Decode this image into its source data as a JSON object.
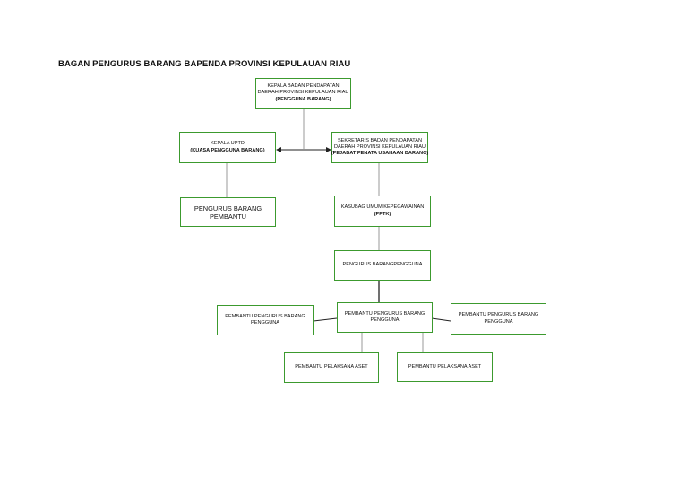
{
  "title": "BAGAN PENGURUS BARANG BAPENDA PROVINSI  KEPULAUAN RIAU",
  "nodes": {
    "kepala_badan": {
      "line1": "KEPALA BADAN PENDAPATAN",
      "line2": "DAERAH PROVINSI KEPULAUAN RIAU",
      "line3": "(PENGGUNA BARANG)"
    },
    "kepala_upt": {
      "line1": "KEPALA UPTD",
      "line2": "(KUASA PENGGUNA BARANG)"
    },
    "sekretaris": {
      "line1": "SEKRETARIS BADAN PENDAPATAN",
      "line2": "DAERAH PROVINSI KEPULAUAN RIAU",
      "line3": "(PEJABAT PENATA USAHAAN BARANG)"
    },
    "pengurus_pembantu": {
      "line1": "PENGURUS BARANG",
      "line2": "PEMBANTU"
    },
    "kasubag": {
      "line1": "KASUBAG UMUM KEPEGAWAINAN",
      "line2": "(PPTK)"
    },
    "pengurus_pengguna": {
      "line1": "PENGURUS BARANGPENGGUNA"
    },
    "pembantu_center": {
      "line1": "PEMBANTU PENGURUS BARANG",
      "line2": "PENGGUNA"
    },
    "pembantu_left": {
      "line1": "PEMBANTU PENGURUS BARANG",
      "line2": "PENGGUNA"
    },
    "pembantu_right": {
      "line1": "PEMBANTU PENGURUS BARANG",
      "line2": "PENGGUNA"
    },
    "pelaksana_left": {
      "line1": "PEMBANTU PELAKSANA ASET"
    },
    "pelaksana_right": {
      "line1": "PEMBANTU PELAKSANA ASET"
    }
  }
}
